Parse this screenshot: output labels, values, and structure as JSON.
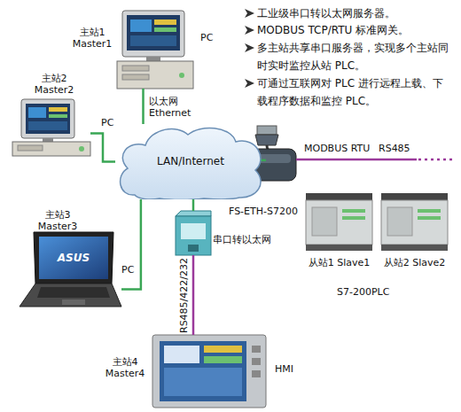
{
  "diagram": {
    "nodes": [
      {
        "text": [
          "主站1 Master1",
          "PC"
        ]
      },
      {
        "text": [
          "主站2 Master2",
          "PC"
        ]
      },
      {
        "text": [
          "LAN/Internet"
        ]
      },
      {
        "text": [
          "FS-ETH-S7200"
        ]
      },
      {
        "text": [
          "主站3 Master3",
          "PC"
        ]
      },
      {
        "text": [
          "串口转以太网"
        ]
      },
      {
        "text": [
          "从站1 Slave1"
        ]
      },
      {
        "text": [
          "从站2 Slave2"
        ]
      },
      {
        "text": [
          "主站4 Master4",
          "HMI"
        ]
      }
    ],
    "edges": [
      {
        "from": 0,
        "to": 2,
        "arrow": "none",
        "label": "以太网 Ethernet"
      },
      {
        "from": 1,
        "to": 2,
        "arrow": "none"
      },
      {
        "from": 4,
        "to": 2,
        "arrow": "none"
      },
      {
        "from": 5,
        "to": 2,
        "arrow": "none"
      },
      {
        "from": 2,
        "to": 3,
        "arrow": "none"
      },
      {
        "from": 5,
        "to": 8,
        "arrow": "none",
        "label": "RS485/422/232"
      }
    ],
    "labels": [
      "工业级串口转以太网服务器。",
      "MODBUS TCP/RTU 标准网关。",
      "多主站共享串口服务器，实现多个主站同时实时监控从站 PLC。",
      "可通过互联网对 PLC 进行远程上载、下载程序数据和监控 PLC。",
      "MODBUS RTU",
      "RS485",
      "S7-200PLC",
      "ASUS"
    ]
  }
}
